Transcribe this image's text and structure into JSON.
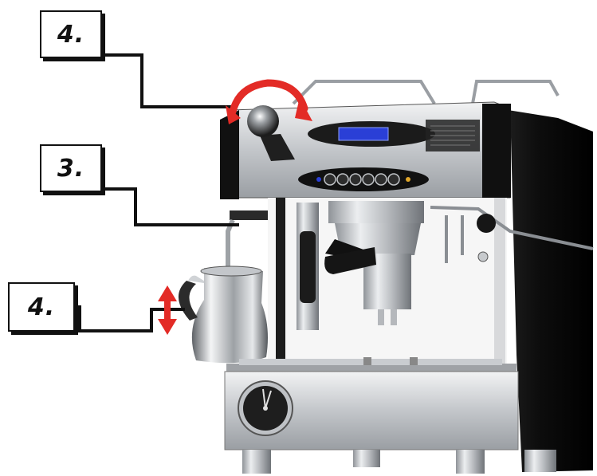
{
  "labels": {
    "top": "4.",
    "middle": "3.",
    "bottom": "4."
  },
  "colors": {
    "arrow": "#e32b26",
    "leader": "#111111",
    "machine_body": "#1a1a1a",
    "steel": "#c9ccd0",
    "display": "#2a3fd6"
  },
  "icons": {
    "rotate": "rotate-arrow-icon",
    "updown": "up-down-arrow-icon"
  }
}
